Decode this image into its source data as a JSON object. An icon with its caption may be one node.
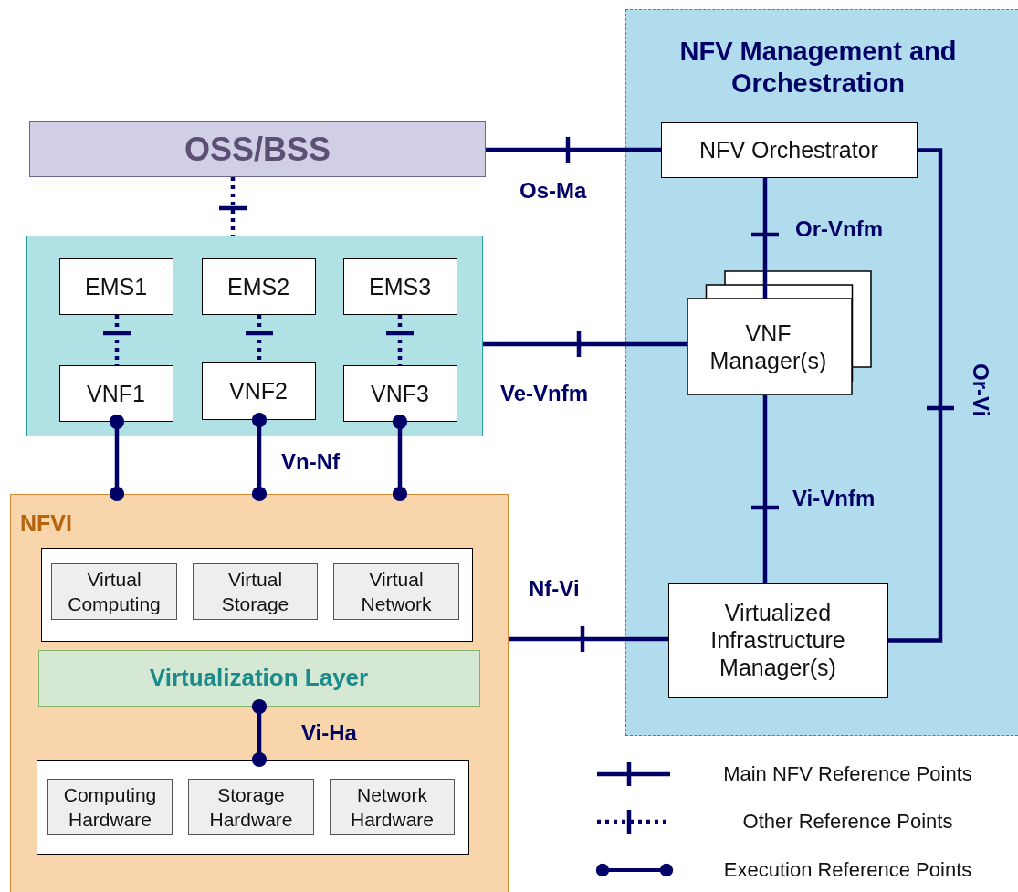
{
  "diagram": {
    "nodes": [
      {
        "text": [
          "NFV Management and Orchestration"
        ]
      },
      {
        "text": [
          "NFV Orchestrator"
        ],
        "in": 0
      },
      {
        "text": [
          "VNF Manager(s)"
        ],
        "in": 0
      },
      {
        "text": [
          "Virtualized Infrastructure Manager(s)"
        ],
        "in": 0
      },
      {
        "text": [
          "OSS/BSS"
        ]
      },
      {
        "text": [],
        "shape": "box"
      },
      {
        "text": [
          "EMS1"
        ],
        "in": 5
      },
      {
        "text": [
          "EMS2"
        ],
        "in": 5
      },
      {
        "text": [
          "EMS3"
        ],
        "in": 5
      },
      {
        "text": [
          "VNF1"
        ],
        "in": 5
      },
      {
        "text": [
          "VNF2"
        ],
        "in": 5
      },
      {
        "text": [
          "VNF3"
        ],
        "in": 5
      },
      {
        "text": [
          "NFVI"
        ]
      },
      {
        "text": [],
        "shape": "box",
        "in": 12
      },
      {
        "text": [
          "Virtual Computing"
        ],
        "in": 13
      },
      {
        "text": [
          "Virtual Storage"
        ],
        "in": 13
      },
      {
        "text": [
          "Virtual Network"
        ],
        "in": 13
      },
      {
        "text": [
          "Virtualization Layer"
        ],
        "in": 12
      },
      {
        "text": [],
        "shape": "box",
        "in": 12
      },
      {
        "text": [
          "Computing Hardware"
        ],
        "in": 18
      },
      {
        "text": [
          "Storage Hardware"
        ],
        "in": 18
      },
      {
        "text": [
          "Network Hardware"
        ],
        "in": 18
      }
    ],
    "edges": [
      {
        "from": 4,
        "to": 1,
        "arrow": "none",
        "label": "Os-Ma"
      },
      {
        "from": 4,
        "to": 5,
        "arrow": "none",
        "style": "dashed"
      },
      {
        "from": 6,
        "to": 9,
        "arrow": "none",
        "style": "dashed"
      },
      {
        "from": 7,
        "to": 10,
        "arrow": "none",
        "style": "dashed"
      },
      {
        "from": 8,
        "to": 11,
        "arrow": "none",
        "style": "dashed"
      },
      {
        "from": 5,
        "to": 2,
        "arrow": "none",
        "label": "Ve-Vnfm"
      },
      {
        "from": 1,
        "to": 2,
        "arrow": "none",
        "label": "Or-Vnfm"
      },
      {
        "from": 2,
        "to": 3,
        "arrow": "none",
        "label": "Vi-Vnfm"
      },
      {
        "from": 1,
        "to": 3,
        "arrow": "none",
        "label": "Or-Vi"
      },
      {
        "from": 12,
        "to": 3,
        "arrow": "none",
        "label": "Nf-Vi"
      },
      {
        "from": 9,
        "to": 12,
        "arrow": "other"
      },
      {
        "from": 10,
        "to": 12,
        "arrow": "other",
        "label": "Vn-Nf"
      },
      {
        "from": 11,
        "to": 12,
        "arrow": "other"
      },
      {
        "from": 17,
        "to": 18,
        "arrow": "other",
        "label": "Vi-Ha"
      }
    ],
    "legend": [
      {
        "text": "Main NFV Reference Points"
      },
      {
        "text": "Other Reference Points"
      },
      {
        "text": "Execution Reference Points"
      }
    ]
  }
}
